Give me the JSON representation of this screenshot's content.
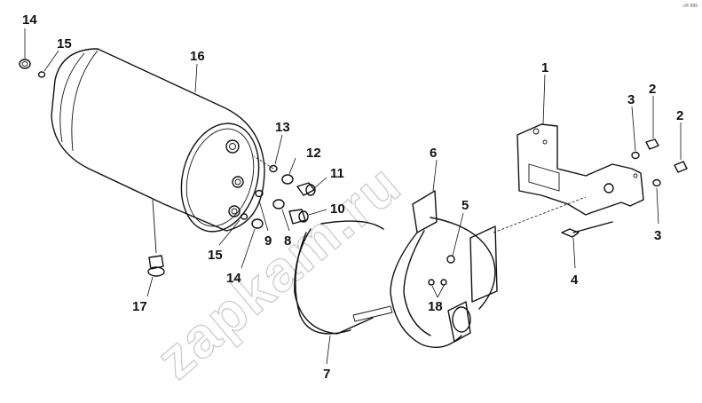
{
  "watermark": "zapkam.ru",
  "corner_mark": "v® 999",
  "callouts": {
    "c1": "1",
    "c2a": "2",
    "c2b": "2",
    "c3a": "3",
    "c3b": "3",
    "c4": "4",
    "c5": "5",
    "c6": "6",
    "c7": "7",
    "c8": "8",
    "c9": "9",
    "c10": "10",
    "c11": "11",
    "c12": "12",
    "c13": "13",
    "c14a": "14",
    "c14b": "14",
    "c15a": "15",
    "c15b": "15",
    "c16": "16",
    "c17": "17",
    "c18": "18"
  }
}
